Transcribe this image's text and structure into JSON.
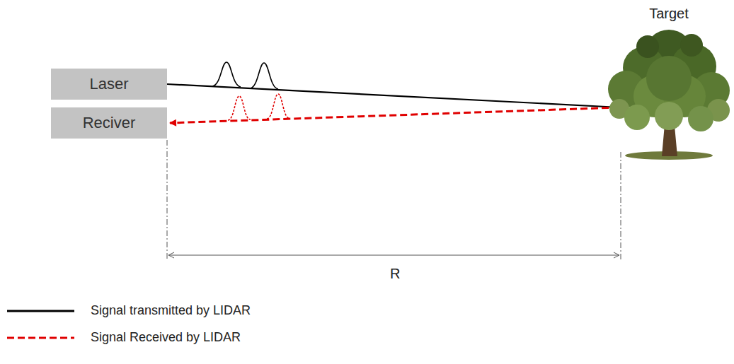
{
  "diagram": {
    "nodes": [
      {
        "text": [
          "Laser"
        ]
      },
      {
        "text": [
          "Reciver"
        ]
      },
      {
        "text": [
          "Target"
        ]
      }
    ],
    "edges": [
      {
        "from": 0,
        "to": 2,
        "arrow": "to"
      },
      {
        "from": 2,
        "to": 1,
        "arrow": "to"
      }
    ],
    "labels": [
      "R"
    ],
    "legend": [
      {
        "text": "Signal transmitted by LIDAR"
      },
      {
        "text": "Signal Received by LIDAR"
      }
    ]
  }
}
